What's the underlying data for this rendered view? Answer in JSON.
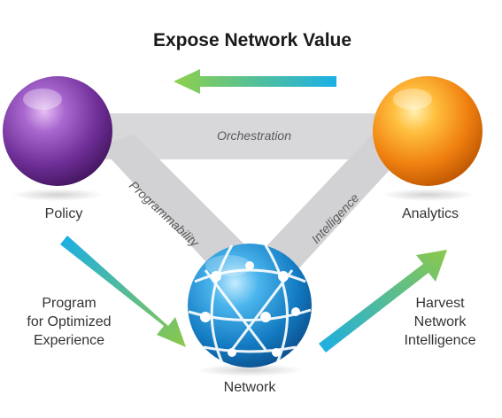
{
  "title": "Expose Network Value",
  "nodes": {
    "policy": "Policy",
    "analytics": "Analytics",
    "network": "Network"
  },
  "edges": {
    "orchestration": "Orchestration",
    "programmability": "Programmability",
    "intelligence": "Intelligence"
  },
  "left_note": [
    "Program",
    "for Optimized",
    "Experience"
  ],
  "right_note": [
    "Harvest",
    "Network",
    "Intelligence"
  ],
  "colors": {
    "policy_sphere": "#7a3aa0",
    "analytics_sphere": "#f28a12",
    "network_sphere": "#1a82c8",
    "band": "#d6d6d8",
    "arrow_start": "#1aa6e0",
    "arrow_end": "#8cc84b"
  }
}
